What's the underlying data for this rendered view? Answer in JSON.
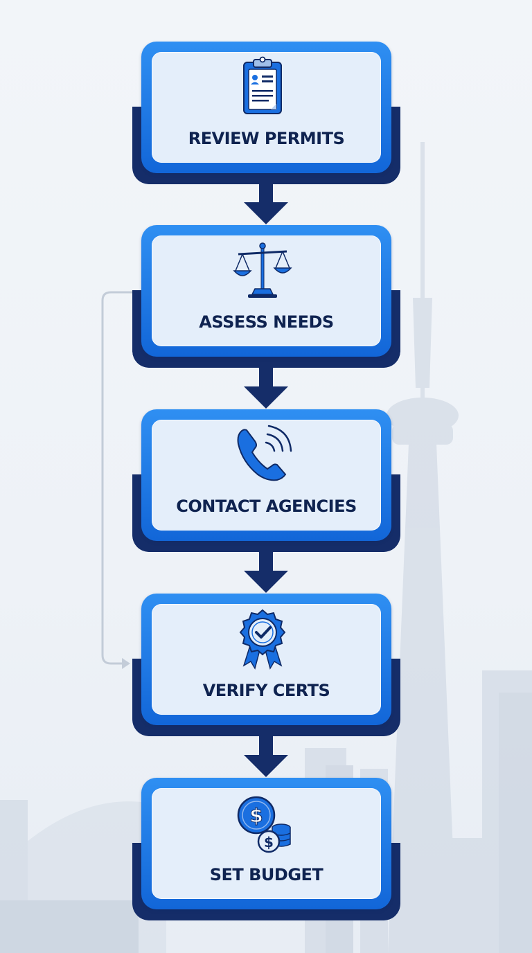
{
  "flow": {
    "steps": [
      {
        "label": "REVIEW PERMITS",
        "icon": "clipboard-icon"
      },
      {
        "label": "ASSESS NEEDS",
        "icon": "balance-scale-icon"
      },
      {
        "label": "CONTACT AGENCIES",
        "icon": "phone-icon"
      },
      {
        "label": "VERIFY CERTS",
        "icon": "certificate-badge-icon"
      },
      {
        "label": "SET BUDGET",
        "icon": "coins-icon"
      }
    ],
    "loop_connector": {
      "from": "ASSESS NEEDS",
      "to": "VERIFY CERTS"
    }
  },
  "colors": {
    "frame_blue": "#1a73e8",
    "navy": "#152d69",
    "inner_fill": "#e4eefa",
    "text": "#0f2350",
    "background": "#eef2f7",
    "skyline": "#c9d3e0"
  }
}
